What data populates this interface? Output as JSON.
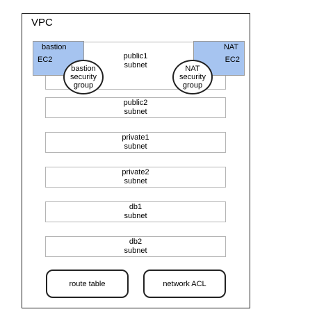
{
  "vpc": {
    "label": "VPC"
  },
  "subnets": [
    {
      "line1": "public1",
      "line2": "subnet"
    },
    {
      "line1": "public2",
      "line2": "subnet"
    },
    {
      "line1": "private1",
      "line2": "subnet"
    },
    {
      "line1": "private2",
      "line2": "subnet"
    },
    {
      "line1": "db1",
      "line2": "subnet"
    },
    {
      "line1": "db2",
      "line2": "subnet"
    }
  ],
  "ec2_bastion": {
    "line1": "bastion",
    "line2": "EC2"
  },
  "ec2_nat": {
    "line1": "NAT",
    "line2": "EC2"
  },
  "sg_bastion": {
    "line1": "bastion",
    "line2": "security",
    "line3": "group"
  },
  "sg_nat": {
    "line1": "NAT",
    "line2": "security",
    "line3": "group"
  },
  "route_table": {
    "label": "route table"
  },
  "network_acl": {
    "label": "network ACL"
  },
  "colors": {
    "ec2_fill": "#a6c4f0",
    "subnet_border": "#b5b5b5",
    "vpc_border": "#222222"
  }
}
